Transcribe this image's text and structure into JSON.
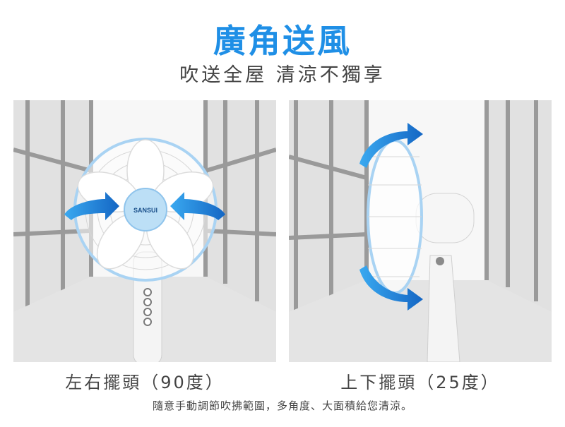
{
  "header": {
    "title": "廣角送風",
    "subtitle": "吹送全屋 清涼不獨享"
  },
  "panels": [
    {
      "image": "fan-front-view-swing-horizontal",
      "icon": "horizontal-swing-arrows-icon",
      "brand_label": "SANSUI",
      "caption": "左右擺頭（90度）"
    },
    {
      "image": "fan-side-view-tilt-vertical",
      "icon": "vertical-tilt-arrows-icon",
      "caption": "上下擺頭（25度）"
    }
  ],
  "footer": {
    "note": "隨意手動調節吹拂範圍，多角度、大面積給您清涼。"
  },
  "colors": {
    "title": "#1f8fe6",
    "arrow": "#1a7fd8",
    "text": "#444444",
    "fan_blue": "#b8dcf5"
  }
}
